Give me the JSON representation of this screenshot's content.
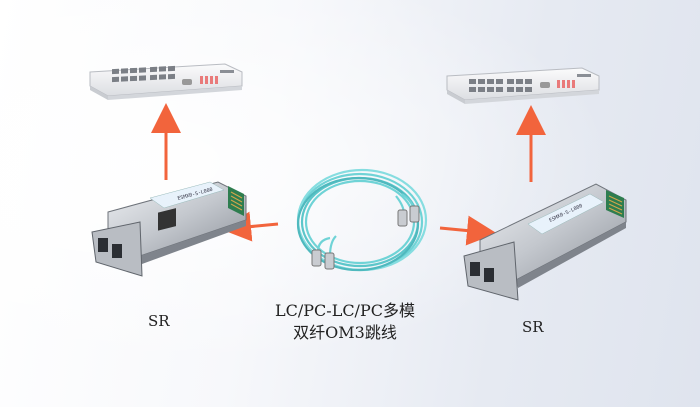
{
  "labels": {
    "left_module": "SR",
    "right_module": "SR",
    "cable_line1": "LC/PC-LC/PC多模",
    "cable_line2": "双纤OM3跳线"
  },
  "colors": {
    "arrow": "#f2643c",
    "cable": "#6fd3d6",
    "switch_body": "#f1f2f4",
    "module_metal": "#c8ccd2",
    "module_label": "#e8f2fb"
  },
  "icons": {
    "left_switch": "rack-switch-icon",
    "right_switch": "rack-switch-icon",
    "left_module": "sfp-transceiver-icon",
    "right_module": "sfp-transceiver-icon",
    "cable": "fiber-patch-cable-icon"
  },
  "module_sticker_text": "ESMX0-S-L000"
}
